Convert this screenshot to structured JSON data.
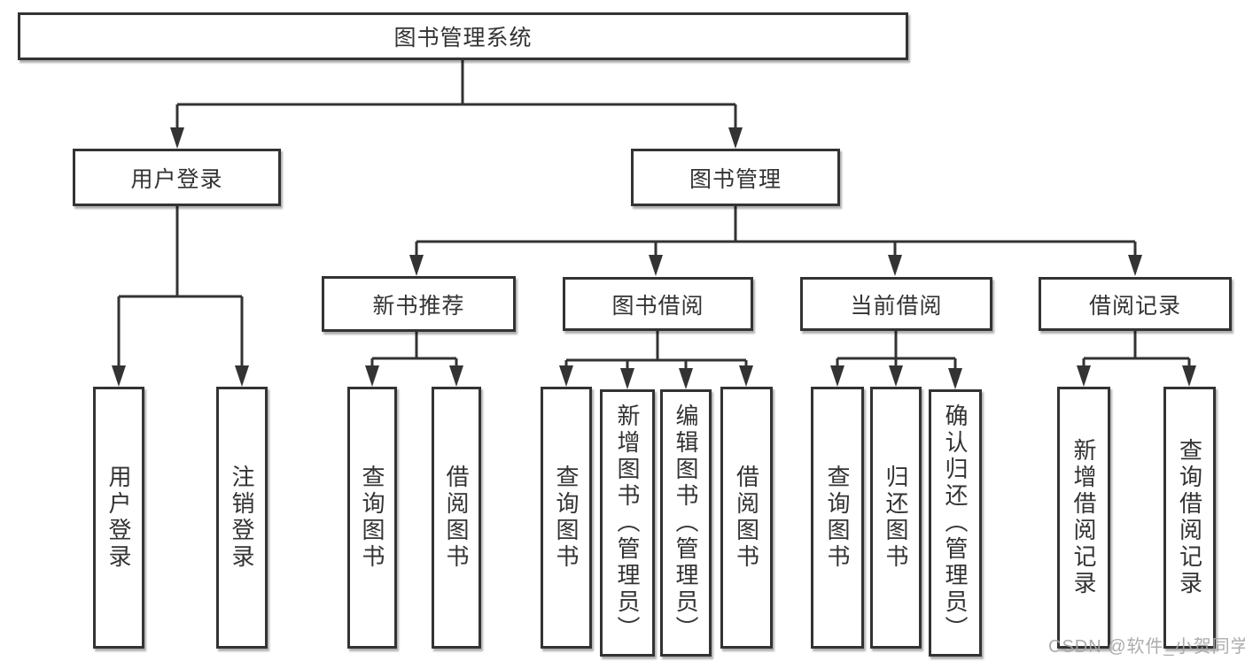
{
  "diagram": {
    "root": "图书管理系统",
    "user_login": {
      "label": "用户登录",
      "children": [
        "用户登录",
        "注销登录"
      ]
    },
    "book_management": {
      "label": "图书管理",
      "sections": {
        "new_books": {
          "label": "新书推荐",
          "children": [
            "查询图书",
            "借阅图书"
          ]
        },
        "borrowing": {
          "label": "图书借阅",
          "children": [
            "查询图书",
            "新增图书（管理员）",
            "编辑图书（管理员）",
            "借阅图书"
          ]
        },
        "current": {
          "label": "当前借阅",
          "children": [
            "查询图书",
            "归还图书",
            "确认归还（管理员）"
          ]
        },
        "records": {
          "label": "借阅记录",
          "children": [
            "新增借阅记录",
            "查询借阅记录"
          ]
        }
      }
    }
  },
  "watermark": {
    "text": "CSDN @软件_小贺同学"
  },
  "colors": {
    "line": "#333333",
    "box_border": "#333333",
    "text": "#333333",
    "watermark": "#a5a5a5"
  }
}
